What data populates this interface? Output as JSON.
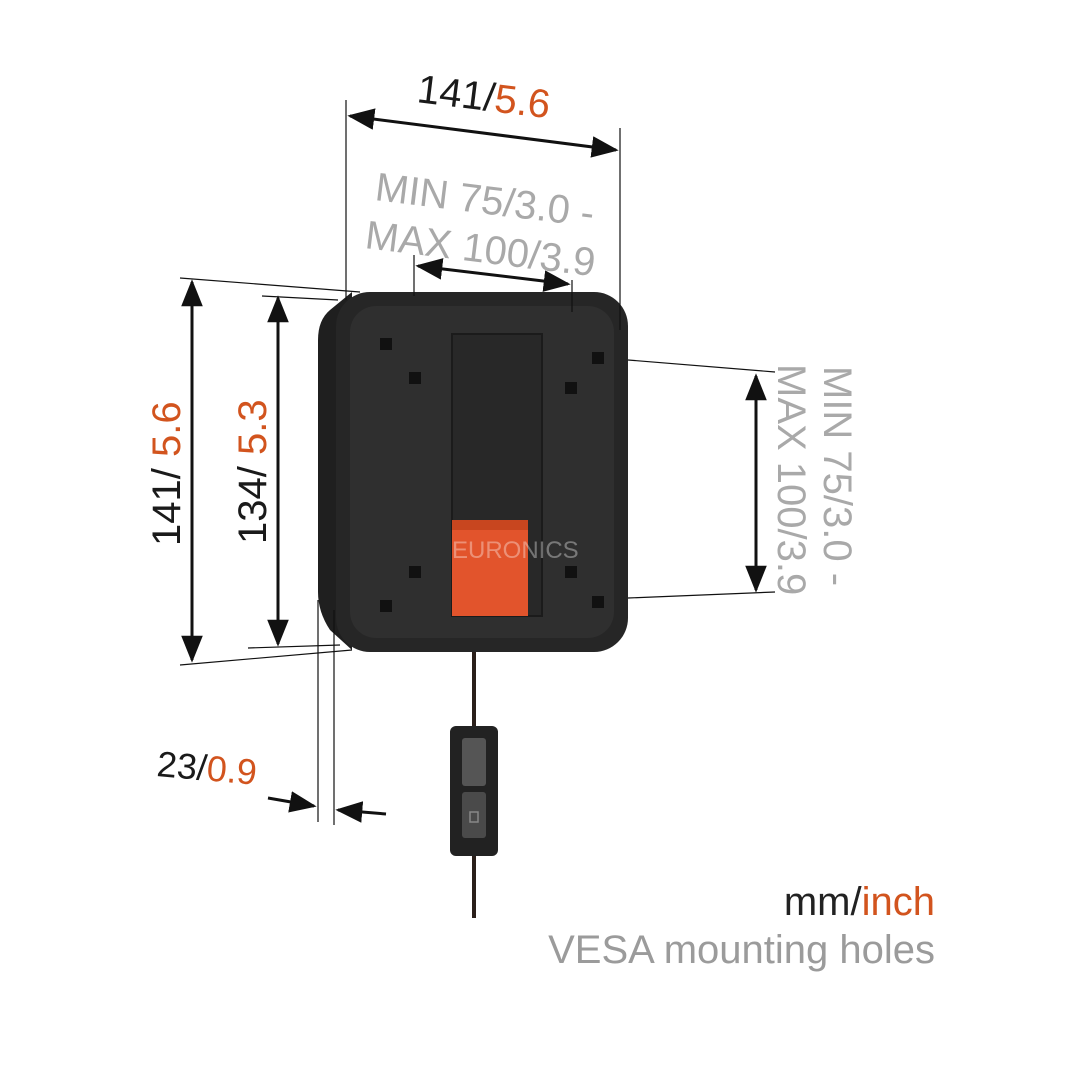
{
  "colors": {
    "ink": "#1a1a1a",
    "orange": "#d2541e",
    "grey": "#a9a9a9",
    "plate": "#2e2e2e",
    "plate_edge": "#1e1e1e",
    "tab": "#e2542c"
  },
  "dimensions": {
    "top_width": {
      "mm": "141",
      "inch": "5.6"
    },
    "vesa_horizontal": {
      "line1": "MIN 75/3.0 -",
      "line2": "MAX 100/3.9"
    },
    "left_height_outer": {
      "mm": "141",
      "inch": "5.6"
    },
    "left_height_inner": {
      "mm": "134",
      "inch": "5.3"
    },
    "vesa_vertical": {
      "line1": "MIN 75/3.0 -",
      "line2": "MAX 100/3.9"
    },
    "depth": {
      "mm": "23",
      "inch": "0.9"
    }
  },
  "legend": {
    "unit_mm": "mm/",
    "unit_inch": "inch",
    "vesa_note": "VESA mounting holes"
  },
  "watermark": "EURONICS"
}
